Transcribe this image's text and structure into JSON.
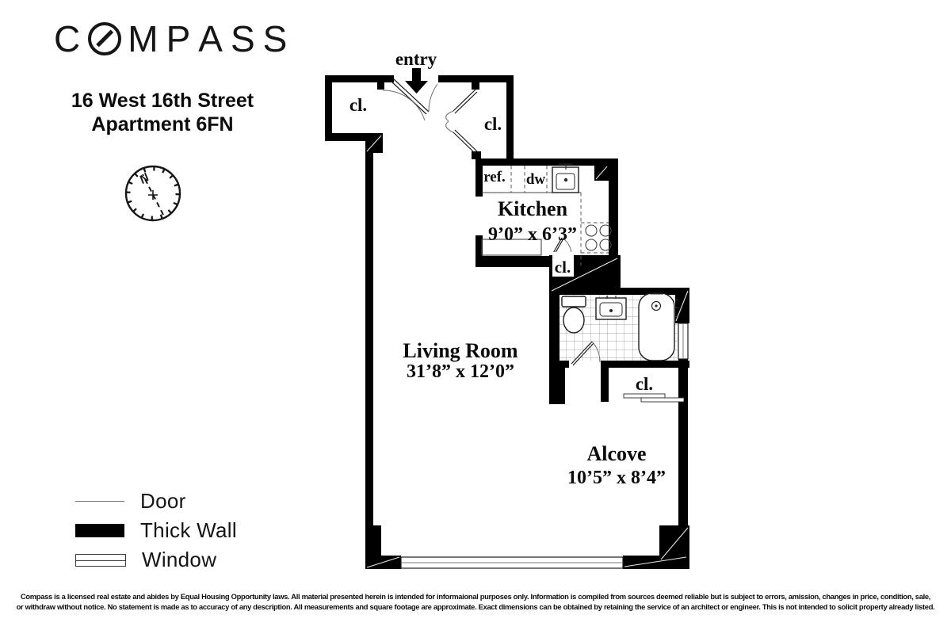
{
  "brand": {
    "logo_first_letter": "C",
    "logo_rest": [
      "M",
      "P",
      "A",
      "S",
      "S"
    ],
    "logo_o_icon": "compass-circle-with-needle-slash"
  },
  "listing": {
    "address_line1": "16 West 16th Street",
    "address_line2": "Apartment 6FN"
  },
  "compass_rose": {
    "north_label": "N"
  },
  "floorplan": {
    "entry_label": "entry",
    "rooms": {
      "kitchen": {
        "name": "Kitchen",
        "dims": "9’0” x 6’3”"
      },
      "living_room": {
        "name": "Living Room",
        "dims": "31’8” x 12’0”"
      },
      "alcove": {
        "name": "Alcove",
        "dims": "10’5” x 8’4”"
      }
    },
    "closets": {
      "foyer_left": "cl.",
      "foyer_right": "cl.",
      "kitchen": "cl.",
      "alcove": "cl."
    },
    "appliances": {
      "refrigerator": "ref.",
      "dishwasher": "dw"
    }
  },
  "legend": {
    "door": "Door",
    "thick_wall": "Thick Wall",
    "window": "Window"
  },
  "disclaimer": {
    "line1": "Compass is a licensed real estate and abides by Equal Housing Opportunity laws. All material presented herein is intended for informaional purposes only. Information is compiled from sources deemed reliable but is subject to errors, amission, changes in price, condition, sale,",
    "line2": "or withdraw without notice. No statement is made as to accuracy of any description. All measurements and square footage are approximate. Exact dimensions can be obtained by retaining the service of an architect or engineer. This is not intended to solicit property already listed."
  },
  "colors": {
    "wall": "#000000",
    "background": "#ffffff",
    "text": "#111111",
    "tile_grid": "#8a8a8a"
  }
}
